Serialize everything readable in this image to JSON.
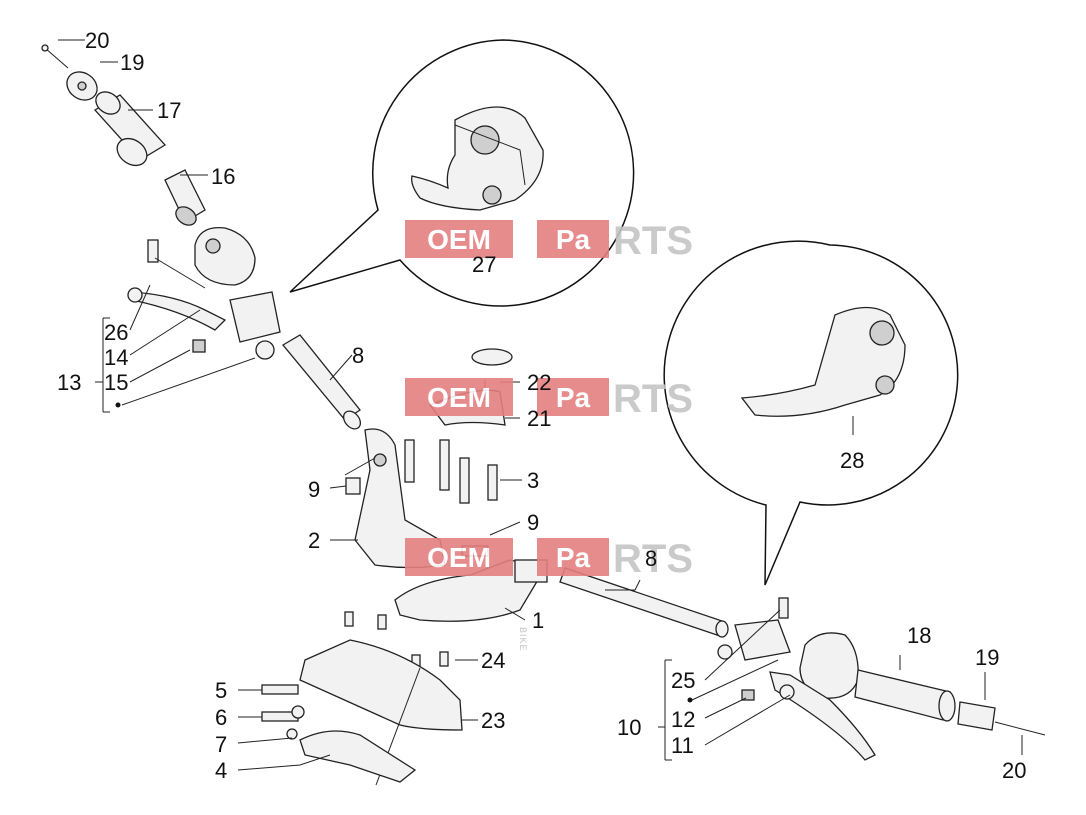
{
  "watermark": {
    "brand_left": "OEM",
    "brand_mid": "BIKE",
    "brand_right_a": "Pa",
    "brand_right_b": "RTS"
  },
  "callouts": {
    "c1": "1",
    "c2": "2",
    "c3": "3",
    "c4": "4",
    "c5": "5",
    "c6": "6",
    "c7": "7",
    "c8a": "8",
    "c8b": "8",
    "c9a": "9",
    "c9b": "9",
    "c10": "10",
    "c11": "11",
    "c12": "12",
    "c13": "13",
    "c14": "14",
    "c15": "15",
    "c16": "16",
    "c17": "17",
    "c18": "18",
    "c19a": "19",
    "c19b": "19",
    "c20a": "20",
    "c20b": "20",
    "c21": "21",
    "c22": "22",
    "c23": "23",
    "c24": "24",
    "c25": "25",
    "c26": "26",
    "c27": "27",
    "c28": "28"
  }
}
